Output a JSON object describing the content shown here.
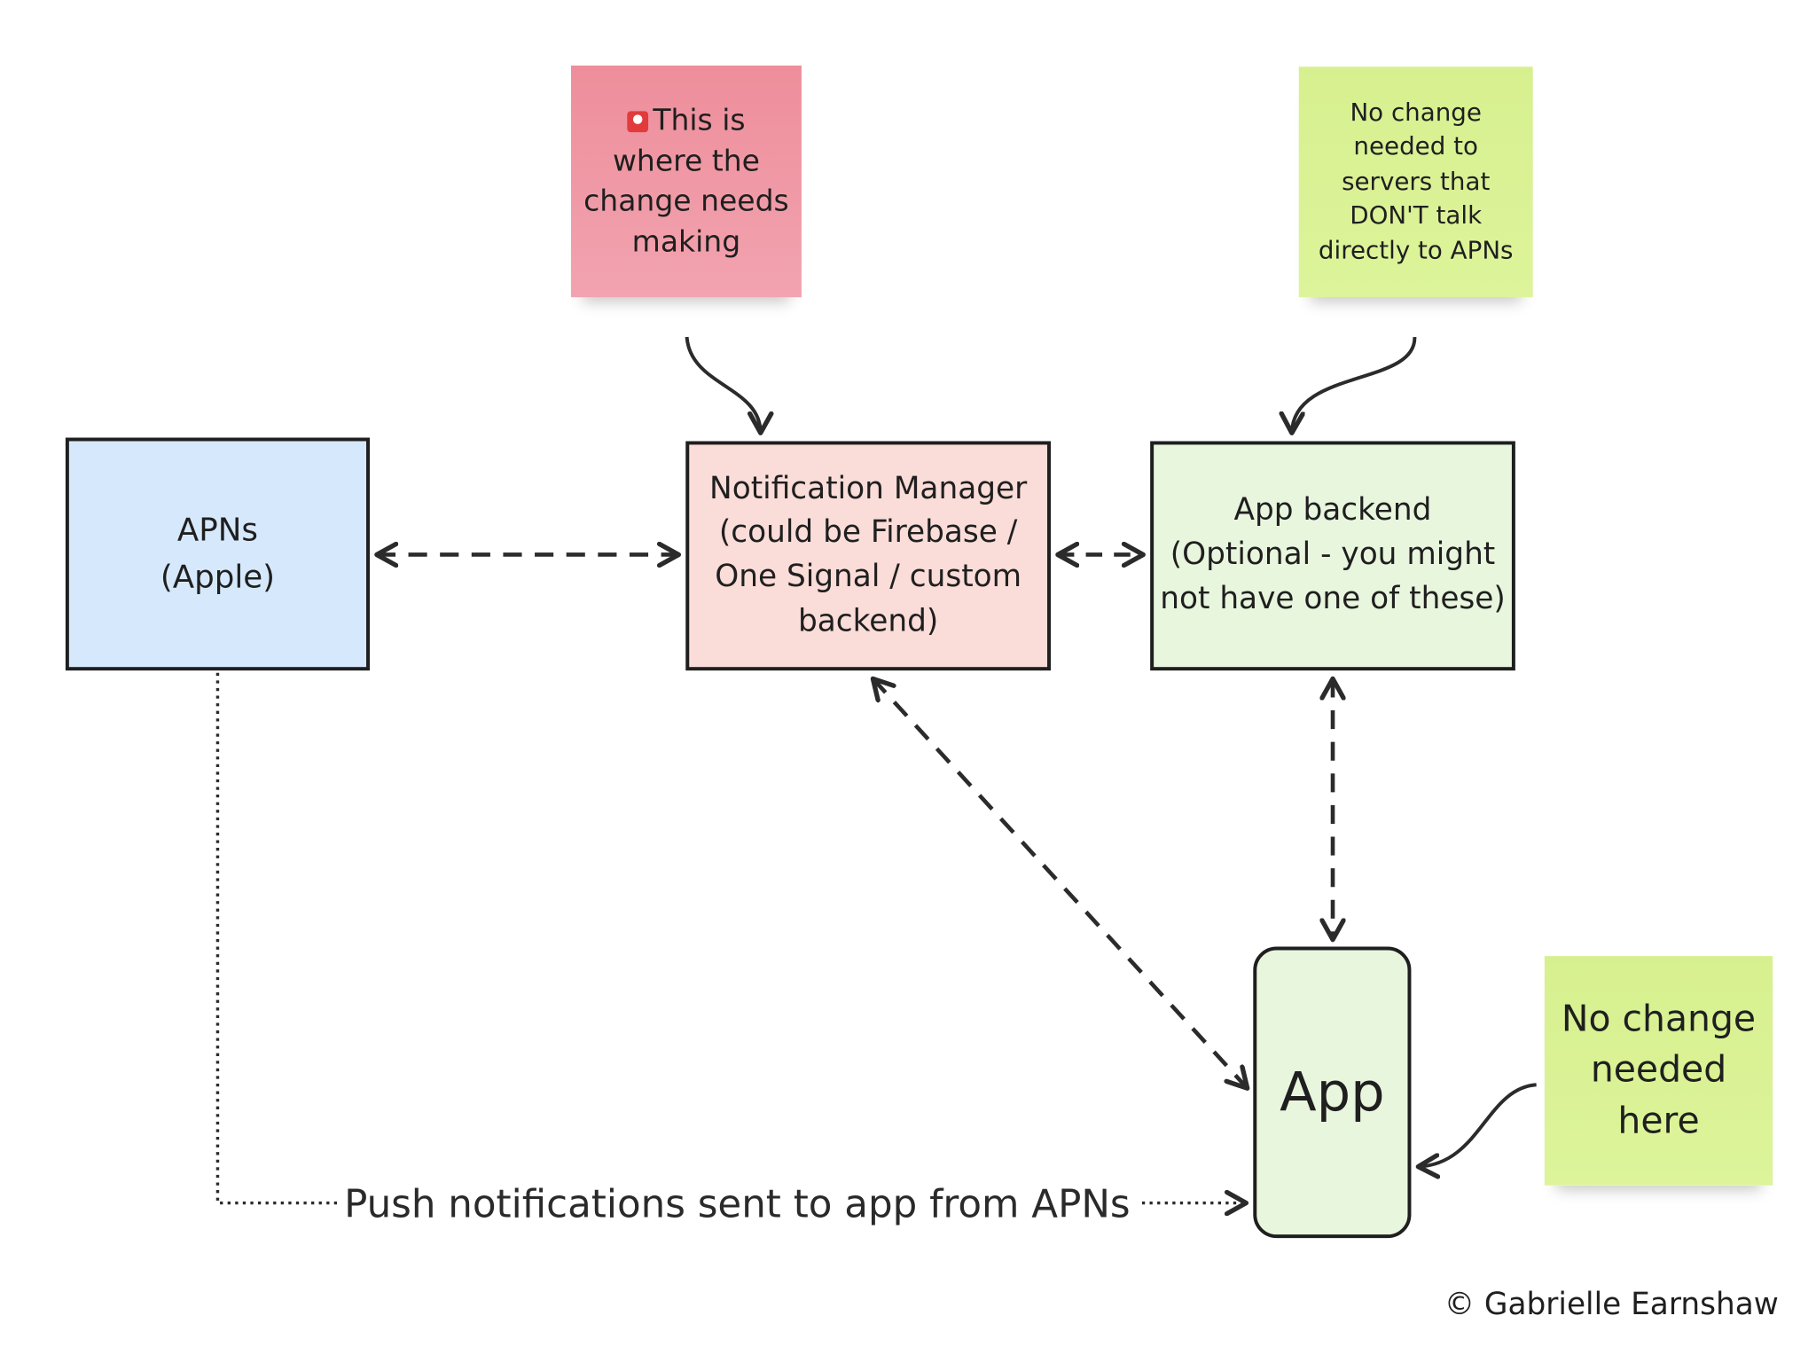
{
  "nodes": {
    "apns": "APNs\n(Apple)",
    "notification_manager": "Notification Manager\n(could be Firebase /\nOne Signal / custom\nbackend)",
    "app_backend": "App backend\n(Optional - you might\nnot have one of these)",
    "app": "App"
  },
  "stickies": {
    "red": {
      "line1": "This is",
      "rest": "where the\nchange needs\nmaking",
      "icon": "alert-light-icon"
    },
    "green_top": "No change\nneeded to\nservers that\nDON'T talk\ndirectly to APNs",
    "green_bottom": "No change\nneeded\nhere"
  },
  "edge_label": "Push notifications sent to app from APNs",
  "copyright": "© Gabrielle Earnshaw",
  "colors": {
    "apns_fill": "#d6e9fc",
    "notification_manager_fill": "#fadcd8",
    "app_backend_fill": "#e9f6de",
    "app_fill": "#e9f6de",
    "sticky_red": "#ef97a4",
    "sticky_green": "#d9f294",
    "stroke": "#1f1f1f"
  }
}
